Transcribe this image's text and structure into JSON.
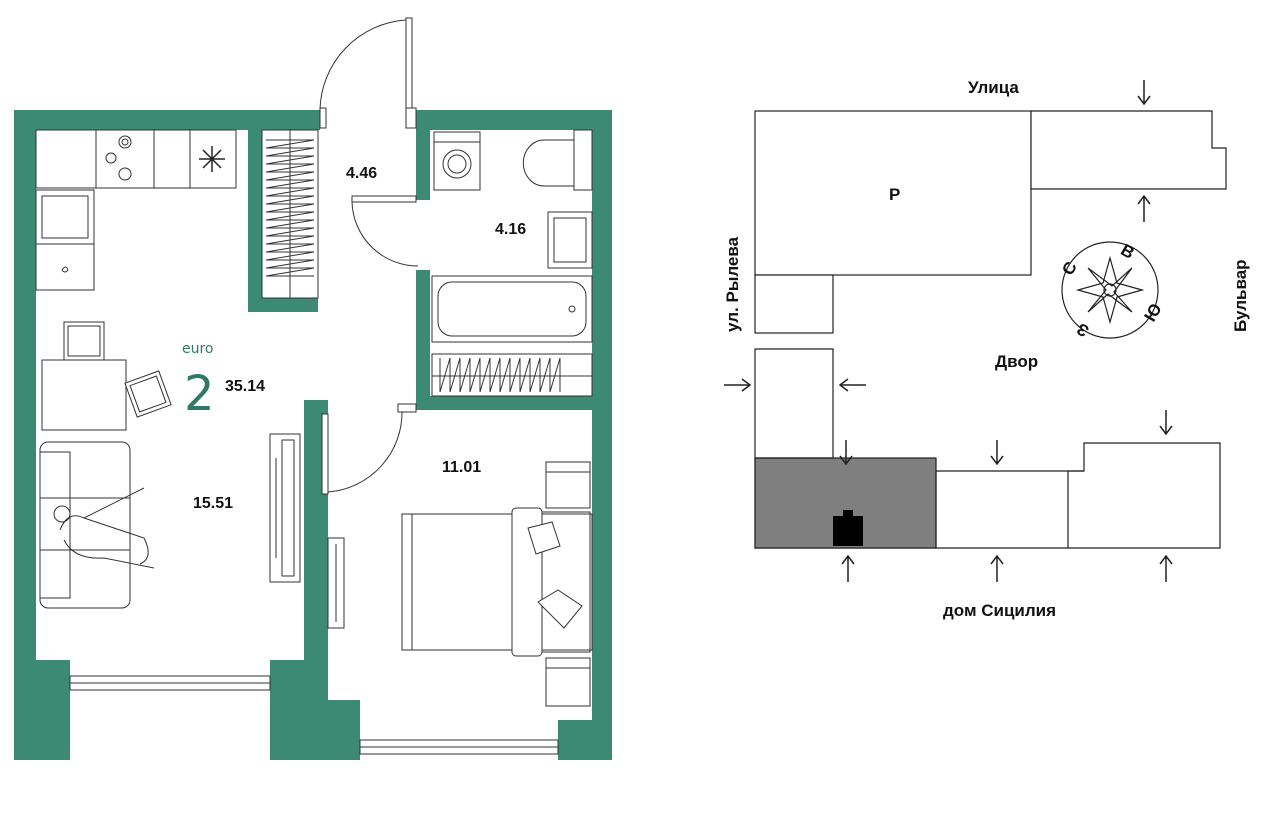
{
  "floorplan": {
    "rooms_count": "2",
    "type_label": "euro",
    "total_area": "35.14",
    "room_areas": {
      "living_room": "15.51",
      "hallway": "4.46",
      "bathroom": "4.16",
      "bedroom": "11.01"
    }
  },
  "site_map": {
    "street_top": "Улица",
    "street_left": "ул. Рылева",
    "street_right": "Бульвар",
    "courtyard": "Двор",
    "building_label": "дом Сицилия",
    "block_p": "Р",
    "compass": {
      "north": "С",
      "east": "В",
      "south": "Ю",
      "west": "З"
    }
  },
  "colors": {
    "wall": "#3d8a74",
    "accent_text": "#2f7a66",
    "highlight_block": "#7f7f7f"
  }
}
